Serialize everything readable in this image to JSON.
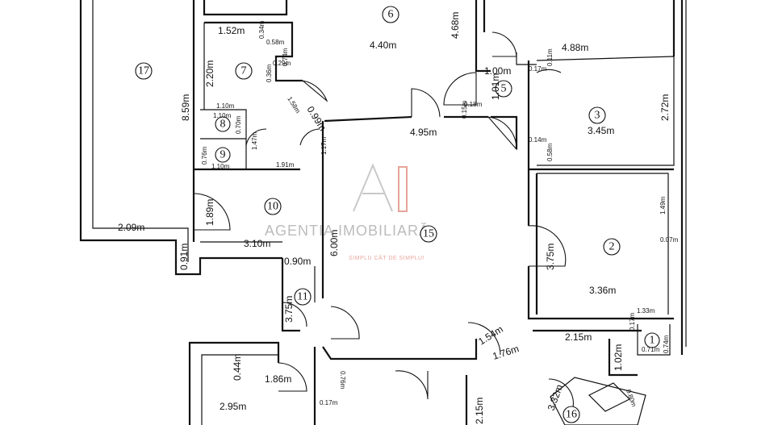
{
  "rooms": {
    "r1": "1",
    "r2": "2",
    "r3": "3",
    "r5": "5",
    "r6": "6",
    "r7": "7",
    "r8": "8",
    "r9": "9",
    "r10": "10",
    "r11": "11",
    "r15": "15",
    "r16": "16",
    "r17": "17"
  },
  "dims": {
    "d_452": "4.40m",
    "d_468": "4.68m",
    "d_152": "1.52m",
    "d_034": "0.34m",
    "d_058": "0.58m",
    "d_074": "0.74m",
    "d_220": "2.20m",
    "d_029": "0.29m",
    "d_036": "0.36m",
    "d_859": "8.59m",
    "d_099": "0.99m",
    "d_158": "1.58m",
    "d_110a": "1.10m",
    "d_110b": "1.10m",
    "d_070": "0.70m",
    "d_147": "1.47m",
    "d_076": "0.76m",
    "d_110c": "1.10m",
    "d_191": "1.91m",
    "d_117": "1.17m",
    "d_495": "4.95m",
    "d_015": "0.15m",
    "d_018": "0.18m",
    "d_100": "1.00m",
    "d_101": "1.01m",
    "d_488": "4.88m",
    "d_017": "0.17m",
    "d_011": "0.11m",
    "d_272": "2.72m",
    "d_345": "3.45m",
    "d_014": "0.14m",
    "d_058b": "0.58m",
    "d_189": "1.89m",
    "d_209": "2.09m",
    "d_091": "0.91m",
    "d_310": "3.10m",
    "d_090": "0.90m",
    "d_600": "6.00m",
    "d_375a": "3.75m",
    "d_149": "1.49m",
    "d_007": "0.07m",
    "d_336": "3.36m",
    "d_133": "1.33m",
    "d_017b": "0.17m",
    "d_071": "0.71m",
    "d_074b": "0.74m",
    "d_375b": "3.75m",
    "d_154": "1.54m",
    "d_176": "1.76m",
    "d_215": "2.15m",
    "d_102": "1.02m",
    "d_044": "0.44m",
    "d_186": "1.86m",
    "d_295": "2.95m",
    "d_076b": "0.76m",
    "d_017c": "0.17m",
    "d_215b": "2.15m",
    "d_332": "3.32m",
    "d_080": "0.80m"
  },
  "watermark": {
    "name": "AGENTIA IMOBILIARĂ",
    "tagline": "SIMPLU CÂT DE SIMPLU!"
  }
}
